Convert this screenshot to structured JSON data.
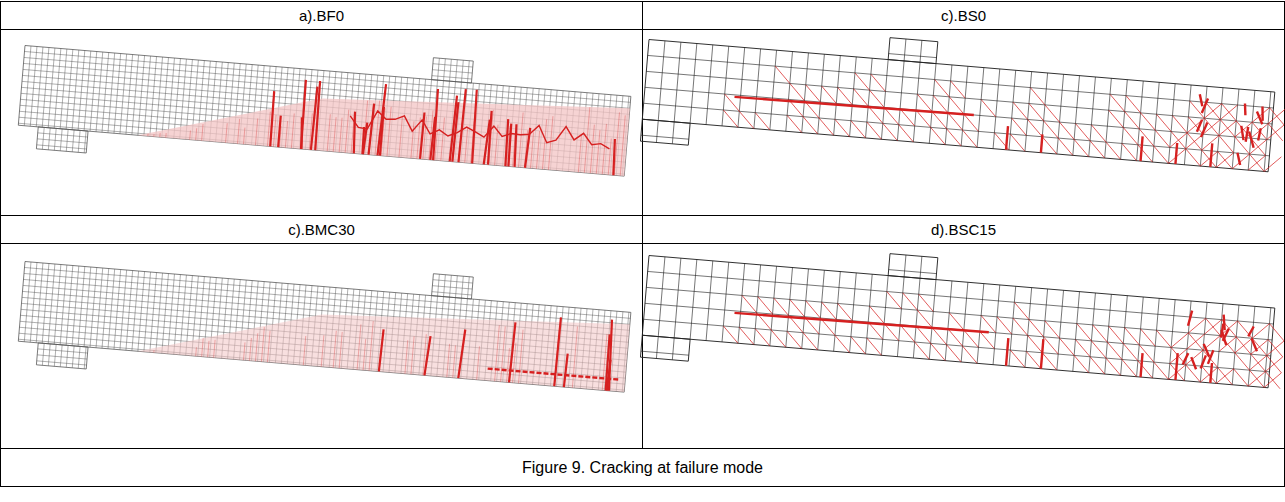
{
  "diagram": {
    "caption": "Figure 9. Cracking at failure mode",
    "labels": [
      "a).BF0",
      "c).BS0",
      "c).BMC30",
      "d).BSC15"
    ]
  }
}
